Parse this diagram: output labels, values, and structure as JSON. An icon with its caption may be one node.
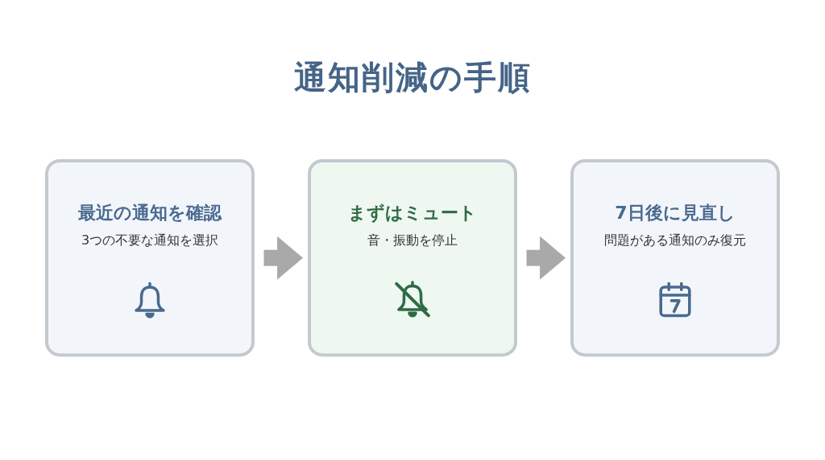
{
  "diagram": {
    "title": "通知削減の手順",
    "nodes": [
      {
        "text": [
          "最近の通知を確認",
          "3つの不要な通知を選択"
        ]
      },
      {
        "text": [
          "まずはミュート",
          "音・振動を停止"
        ]
      },
      {
        "text": [
          "7日後に見直し",
          "問題がある通知のみ復元"
        ]
      }
    ],
    "edges": [
      {
        "from": 0,
        "to": 1,
        "arrow": "to"
      },
      {
        "from": 1,
        "to": 2,
        "arrow": "to"
      }
    ]
  }
}
